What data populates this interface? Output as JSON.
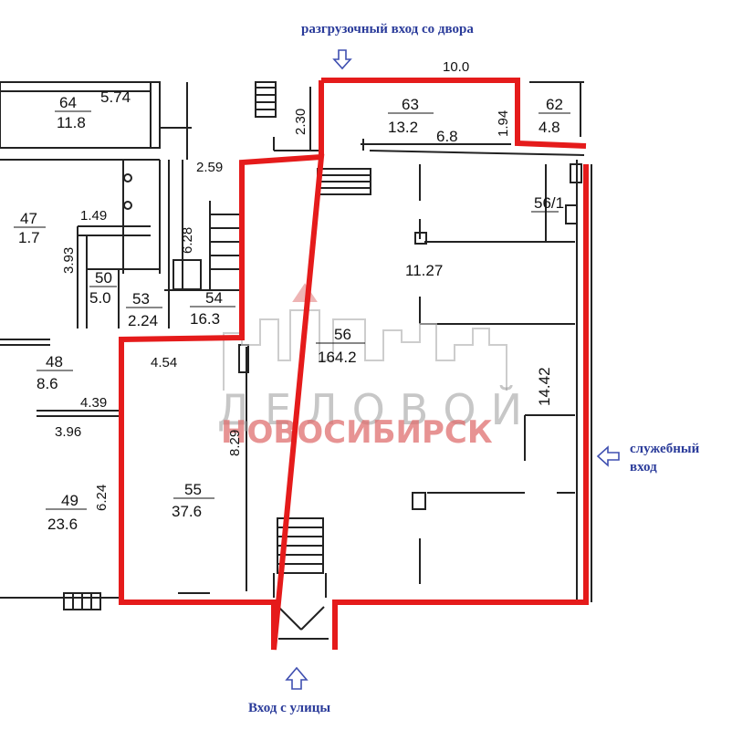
{
  "annotations": {
    "yard_entrance": "разгрузочный вход со двора",
    "service_entrance_line1": "служебный",
    "service_entrance_line2": "вход",
    "street_entrance": "Вход с улицы"
  },
  "watermark": {
    "line1": "ДЕЛОВОЙ",
    "line2": "НОВОСИБИРСК"
  },
  "rooms": {
    "r64": {
      "num": "64",
      "area": "11.8",
      "dim": "5.74"
    },
    "r63": {
      "num": "63",
      "area": "13.2",
      "dim": "6.8"
    },
    "r62": {
      "num": "62",
      "area": "4.8"
    },
    "r47": {
      "num": "47",
      "area": "1.7"
    },
    "r50": {
      "num": "50",
      "area": "5.0"
    },
    "r53": {
      "num": "53",
      "area": "2.24"
    },
    "r54": {
      "num": "54",
      "area": "16.3"
    },
    "r56": {
      "num": "56",
      "area": "164.2"
    },
    "r56s": {
      "num": "56/1"
    },
    "r48": {
      "num": "48",
      "area": "8.6"
    },
    "r49": {
      "num": "49",
      "area": "23.6"
    },
    "r55": {
      "num": "55",
      "area": "37.6"
    }
  },
  "dimensions": {
    "d10_0": "10.0",
    "d2_30": "2.30",
    "d1_94": "1.94",
    "d2_59": "2.59",
    "d1_49": "1.49",
    "d6_28": "6.28",
    "d3_93": "3.93",
    "d11_27": "11.27",
    "d4_54": "4.54",
    "d14_42": "14.42",
    "d4_39": "4.39",
    "d3_96": "3.96",
    "d8_29": "8.29",
    "d6_24": "6.24"
  },
  "colors": {
    "boundary": "#e51b1b",
    "annotation": "#2a3b9a",
    "arrow": "#3f4fb0"
  }
}
